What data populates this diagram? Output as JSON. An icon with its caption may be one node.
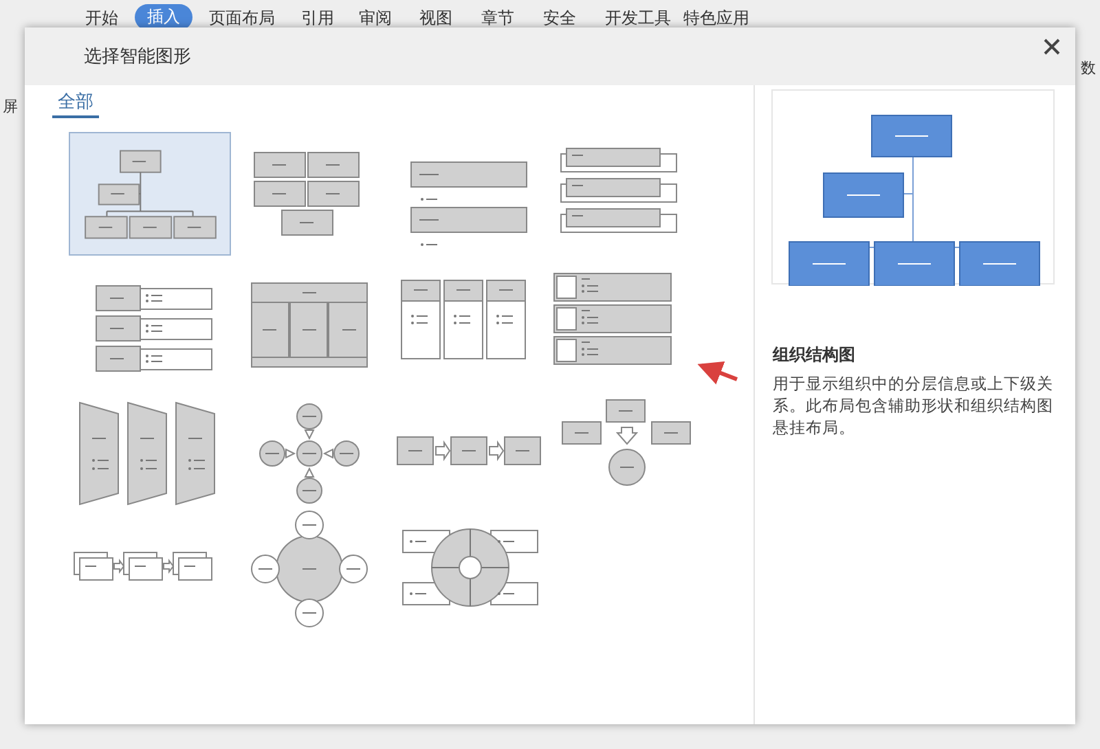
{
  "diagram": {
    "title": "选择智能图形",
    "nodes": [
      {
        "text": [],
        "shape": "picture"
      },
      {
        "text": [],
        "shape": "picture"
      },
      {
        "text": [],
        "shape": "picture"
      },
      {
        "text": [],
        "shape": "picture"
      },
      {
        "text": [],
        "shape": "picture"
      },
      {
        "text": [],
        "shape": "picture"
      },
      {
        "text": [],
        "shape": "picture"
      },
      {
        "text": [],
        "shape": "picture"
      },
      {
        "text": [],
        "shape": "picture"
      },
      {
        "text": [],
        "shape": "picture"
      },
      {
        "text": [],
        "shape": "picture"
      },
      {
        "text": [],
        "shape": "picture"
      },
      {
        "text": [],
        "shape": "picture"
      },
      {
        "text": [],
        "shape": "picture"
      },
      {
        "text": [],
        "shape": "picture"
      }
    ],
    "edges": [
      {
        "from": null,
        "to": 7,
        "arrow": "to"
      }
    ],
    "labels": [
      "开始",
      "插入",
      "页面布局",
      "引用",
      "审阅",
      "视图",
      "章节",
      "安全",
      "开发工具",
      "特色应用",
      "屏",
      "数",
      "全部",
      "组织结构图",
      "用于显示组织中的分层信息或上下级关系。此布局包含辅助形状和组织结构图悬挂布局。"
    ]
  }
}
